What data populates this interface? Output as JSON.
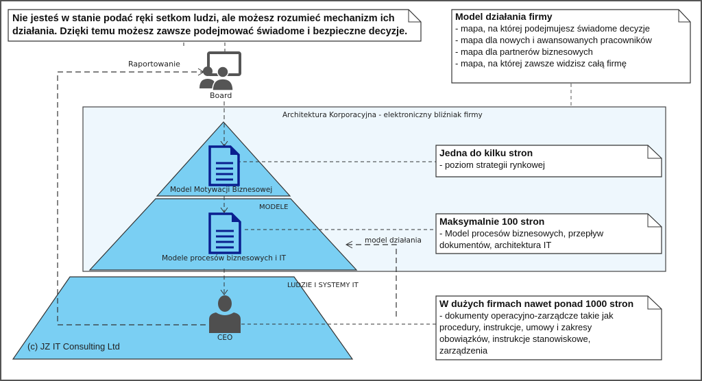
{
  "colors": {
    "pyramid_fill": "#7acff3",
    "container_fill": "#eef7fd",
    "doc_icon": "#0a1f8f",
    "person_icon": "#4f4f4f",
    "line": "#333333"
  },
  "top_note": {
    "line1": "Nie jesteś w stanie podać ręki setkom ludzi, ale możesz rozumieć mechanizm ich",
    "line2": "działania. Dzięki temu możesz zawsze podejmować świadome i bezpieczne decyzje."
  },
  "model_note": {
    "title": "Model działania firmy",
    "items": [
      "- mapa, na której podejmujesz świadome decyzje",
      "- mapa dla nowych i awansowanych pracowników",
      "- mapa dla partnerów biznesowych",
      "- mapa, na której zawsze widzisz całą firmę"
    ]
  },
  "board": {
    "label": "Board",
    "icon": "presenter-board-icon"
  },
  "reporting_label": "Raportowanie",
  "container": {
    "title": "Architektura Korporacyjna - elektroniczny bliźniak firmy"
  },
  "levels": {
    "top": {
      "doc_label": "Model Motywacji Biznesowej",
      "icon": "document-icon"
    },
    "middle": {
      "tag": "MODELE",
      "doc_label": "Modele procesów biznesowych i IT",
      "icon": "document-icon"
    },
    "bottom": {
      "tag": "LUDZIE I SYSTEMY IT",
      "person_label": "CEO",
      "icon": "person-icon"
    }
  },
  "model_flow_label": "model działania",
  "copyright": "(c) JZ IT Consulting Ltd",
  "notes": {
    "n1": {
      "title": "Jedna do kilku stron",
      "lines": [
        "- poziom strategii rynkowej"
      ]
    },
    "n2": {
      "title": "Maksymalnie 100 stron",
      "lines": [
        "- Model procesów biznesowych, przepływ",
        "dokumentów, architektura IT"
      ]
    },
    "n3": {
      "title": "W dużych firmach nawet ponad 1000 stron",
      "lines": [
        "- dokumenty operacyjno-zarządcze takie jak",
        "procedury, instrukcje, umowy i zakresy",
        "obowiązków, instrukcje stanowiskowe,",
        "zarządzenia"
      ]
    }
  }
}
